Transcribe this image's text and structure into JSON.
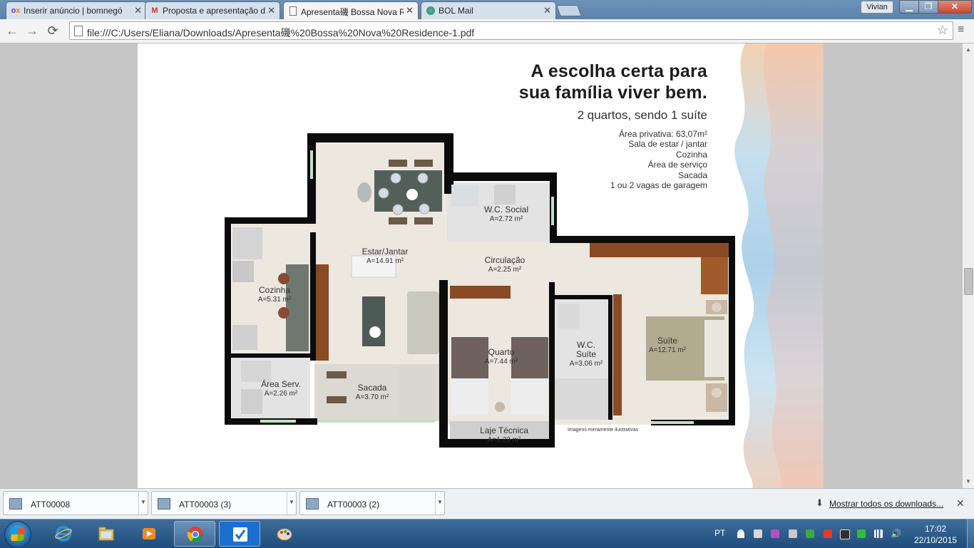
{
  "window": {
    "user": "Vivian",
    "min": "▁",
    "max": "❐",
    "close": "✕"
  },
  "tabs": [
    {
      "label": "Inserir anúncio | bomnegó",
      "icon": "olx-icon",
      "active": false
    },
    {
      "label": "Proposta e apresentação d",
      "icon": "gmail-icon",
      "active": false
    },
    {
      "label": "Apresenta磯 Bossa Nova R",
      "icon": "document-icon",
      "active": true
    },
    {
      "label": "BOL Mail",
      "icon": "bol-icon",
      "active": false
    }
  ],
  "toolbar": {
    "back": "←",
    "forward": "→",
    "reload": "⟳",
    "url": "file:///C:/Users/Eliana/Downloads/Apresenta磯%20Bossa%20Nova%20Residence-1.pdf",
    "star": "☆",
    "menu": "≡"
  },
  "document": {
    "headline_line1": "A escolha certa para",
    "headline_line2": "sua família viver bem.",
    "subhead": "2 quartos, sendo 1 suíte",
    "features": [
      "Área privativa: 63,07m²",
      "Sala de estar / jantar",
      "Cozinha",
      "Área de serviço",
      "Sacada",
      "1 ou 2 vagas de garagem"
    ],
    "rooms": {
      "wc_social": {
        "name": "W.C. Social",
        "area": "A=2.72 m²"
      },
      "estar": {
        "name": "Estar/Jantar",
        "area": "A=14.91 m²"
      },
      "circulacao": {
        "name": "Circulação",
        "area": "A=2.25 m²"
      },
      "cozinha": {
        "name": "Cozinha",
        "area": "A=5.31 m²"
      },
      "quarto": {
        "name": "Quarto",
        "area": "A=7.44 m²"
      },
      "wc_suite": {
        "name": "W.C. Suíte",
        "name1": "W.C.",
        "name2": "Suíte",
        "area": "A=3.06 m²"
      },
      "suite": {
        "name": "Suíte",
        "area": "A=12.71 m²"
      },
      "area_serv": {
        "name": "Área Serv.",
        "area": "A=2.26 m²"
      },
      "sacada": {
        "name": "Sacada",
        "area": "A=3.70 m²"
      },
      "laje": {
        "name": "Laje Técnica",
        "area": "A=1.23 m²"
      }
    },
    "disclaimer": "Imagens meramente ilustrativas"
  },
  "downloads": {
    "items": [
      {
        "name": "ATT00008"
      },
      {
        "name": "ATT00003 (3)"
      },
      {
        "name": "ATT00003 (2)"
      }
    ],
    "show_all": "Mostrar todos os downloads...",
    "close": "✕"
  },
  "taskbar": {
    "apps": [
      "internet-explorer-icon",
      "file-explorer-icon",
      "media-player-icon",
      "chrome-icon",
      "tasks-icon",
      "paint-icon"
    ],
    "language": "PT",
    "time": "17:02",
    "date": "22/10/2015"
  }
}
